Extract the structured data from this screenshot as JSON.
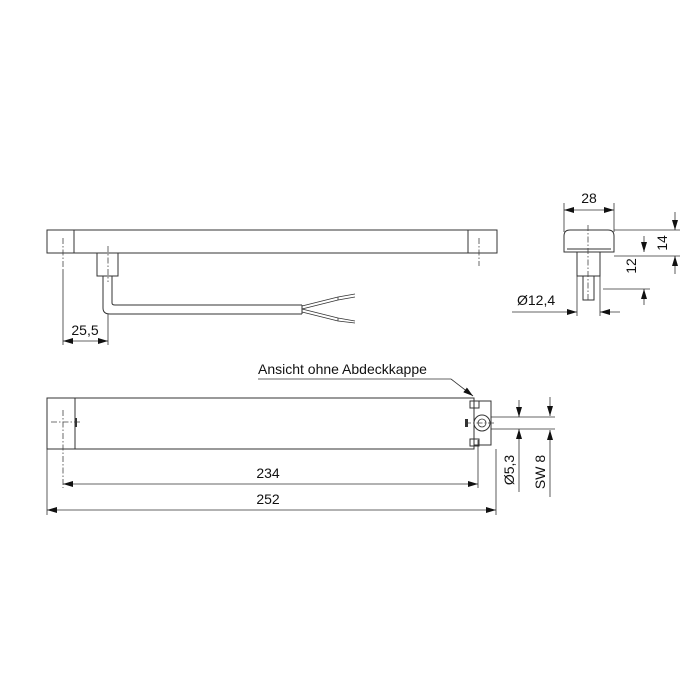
{
  "drawing": {
    "top_view": {
      "dim_offset": "25,5"
    },
    "end_view": {
      "width": "28",
      "height_total": "14",
      "height_body": "12",
      "diameter": "Ø12,4"
    },
    "bottom_view": {
      "annotation": "Ansicht ohne Abdeckkappe",
      "length_inner": "234",
      "length_total": "252",
      "diameter_screw": "Ø5,3",
      "wrench_size": "SW 8"
    }
  }
}
